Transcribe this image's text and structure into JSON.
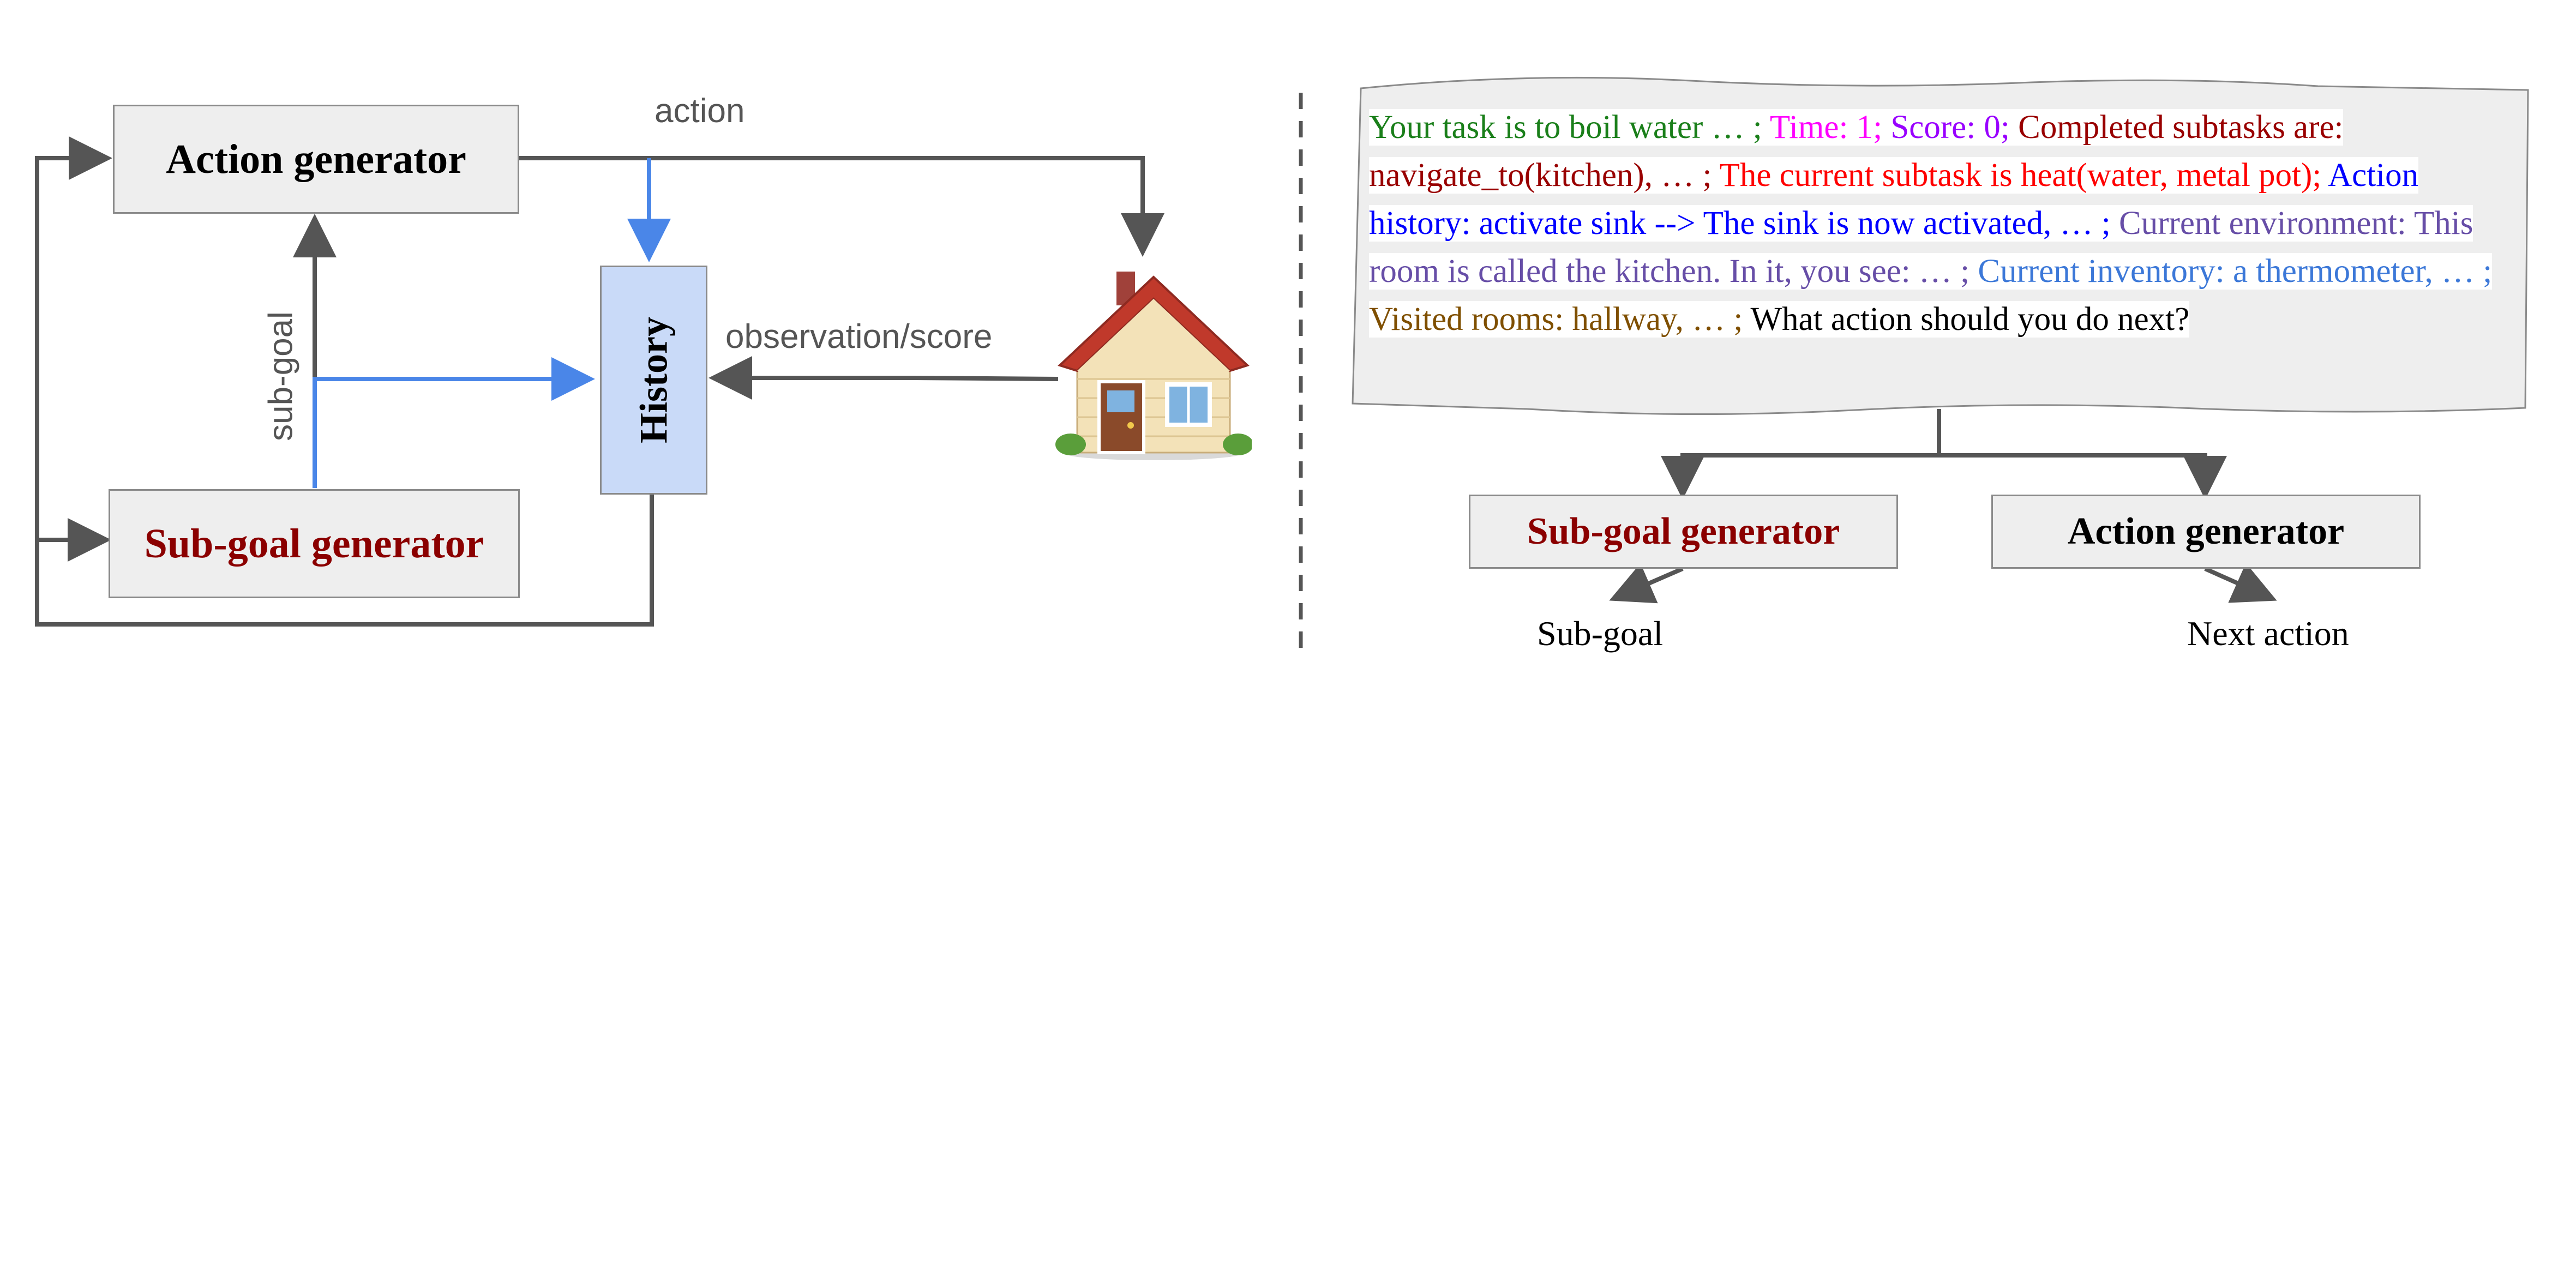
{
  "left": {
    "action_generator": "Action generator",
    "subgoal_generator": "Sub-goal generator",
    "history": "History",
    "label_action": "action",
    "label_subgoal": "sub-goal",
    "label_observation": "observation/score",
    "environment_icon": "house-icon"
  },
  "right": {
    "prompt_segments": [
      {
        "text": "Your task is to boil water … ; ",
        "color": "#1a7f1a"
      },
      {
        "text": "Time: 1; ",
        "color": "#ff00ff"
      },
      {
        "text": "Score: 0; ",
        "color": "#9900ff"
      },
      {
        "text": "Completed subtasks are: navigate_to(kitchen), … ; ",
        "color": "#990000"
      },
      {
        "text": "The current subtask is heat(water, metal pot); ",
        "color": "#ff0000"
      },
      {
        "text": "Action history: activate sink --> The sink is now activated, … ; ",
        "color": "#0000ff"
      },
      {
        "text": "Current environment: This room is called the kitchen. In it, you see: … ; ",
        "color": "#674ea7"
      },
      {
        "text": "Current inventory: a thermometer, … ; ",
        "color": "#3c78d8"
      },
      {
        "text": "Visited rooms: hallway, … ; ",
        "color": "#7f4f00"
      },
      {
        "text": "What action should you do next?",
        "color": "#000000"
      }
    ],
    "subgoal_generator": "Sub-goal generator",
    "action_generator": "Action generator",
    "output_subgoal": "Sub-goal",
    "output_action": "Next action"
  },
  "colors": {
    "arrow_gray": "#555555",
    "arrow_blue": "#4a86e8",
    "box_fill": "#eeeeee",
    "history_fill": "#c9daf8",
    "subgoal_red": "#8b0000"
  }
}
